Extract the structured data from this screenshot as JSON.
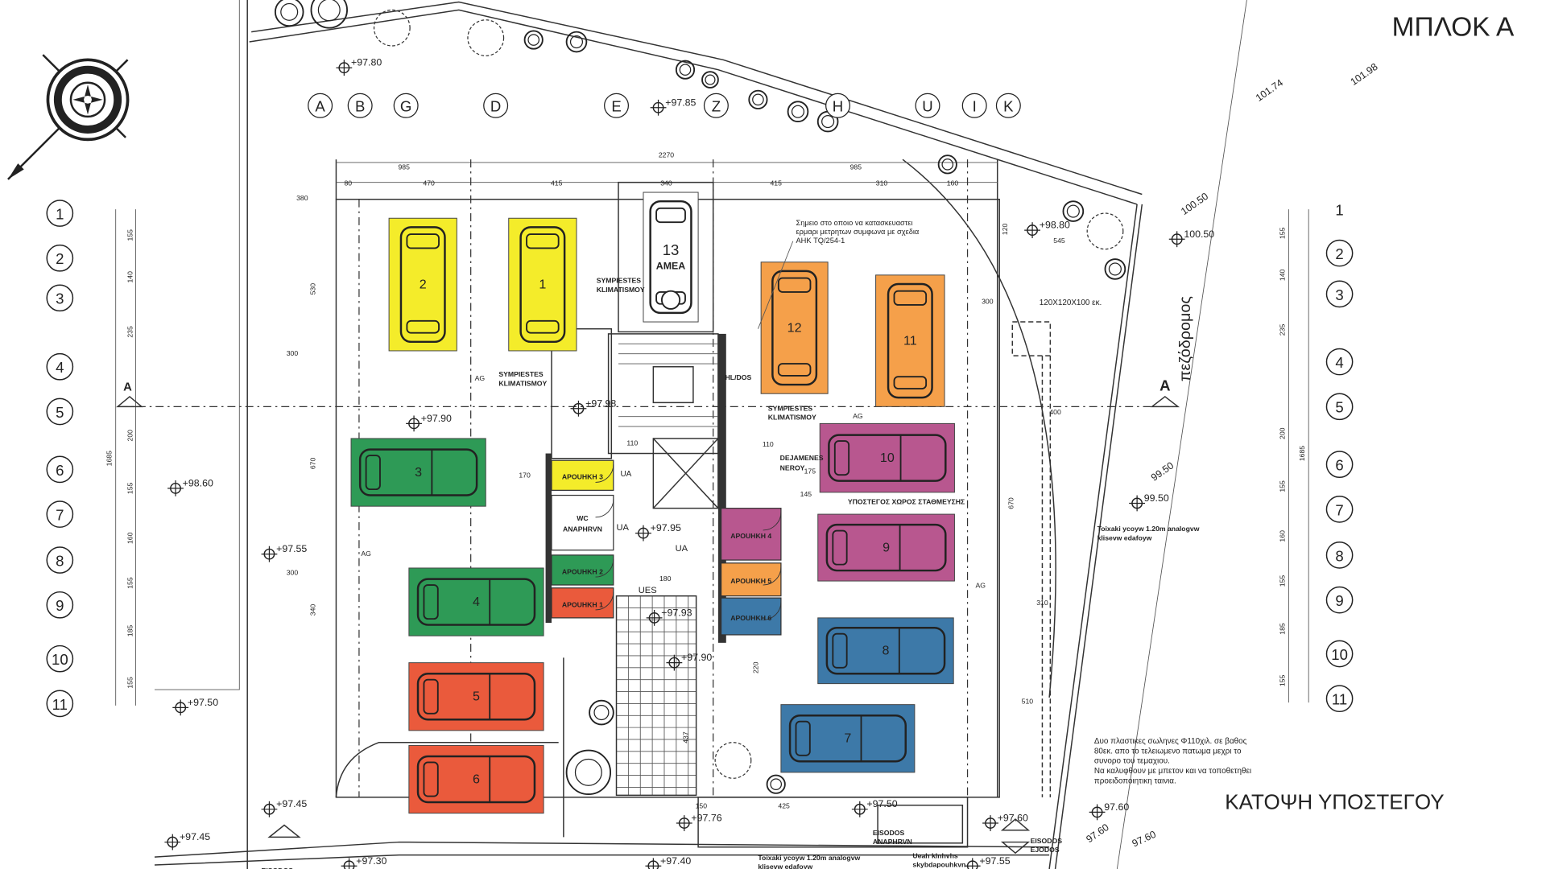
{
  "title": "ΜΠΛΟΚ Α",
  "plan_title": "ΚΑΤΟΨΗ ΥΠΟΣΤΕΓΟΥ",
  "colors": {
    "yellow": "#f4ec2a",
    "orange": "#f5a04a",
    "green": "#2e9a56",
    "magenta": "#b8578f",
    "red": "#ea5a3c",
    "blue": "#3d79a8",
    "white": "#ffffff"
  },
  "column_axes": [
    "A",
    "B",
    "G",
    "D",
    "E",
    "Z",
    "H",
    "U",
    "I",
    "K"
  ],
  "row_axes_left": [
    "1",
    "2",
    "3",
    "4",
    "5",
    "6",
    "7",
    "8",
    "9",
    "10",
    "11"
  ],
  "row_axes_right": [
    "1",
    "2",
    "3",
    "4",
    "5",
    "6",
    "7",
    "8",
    "9",
    "10",
    "11"
  ],
  "row_dims": [
    "155",
    "140",
    "235",
    "200",
    "155",
    "160",
    "155",
    "185",
    "155"
  ],
  "row_dims_total": "1685",
  "top_dims": {
    "total": "2270",
    "half_left": "985",
    "half_right": "985",
    "segments": [
      "80",
      "470",
      "415",
      "340",
      "415",
      "310",
      "160"
    ]
  },
  "parking_spaces": [
    {
      "number": "1",
      "color": "yellow"
    },
    {
      "number": "2",
      "color": "yellow"
    },
    {
      "number": "3",
      "color": "green"
    },
    {
      "number": "4",
      "color": "green"
    },
    {
      "number": "5",
      "color": "red"
    },
    {
      "number": "6",
      "color": "red"
    },
    {
      "number": "7",
      "color": "blue"
    },
    {
      "number": "8",
      "color": "blue"
    },
    {
      "number": "9",
      "color": "magenta"
    },
    {
      "number": "10",
      "color": "magenta"
    },
    {
      "number": "11",
      "color": "orange"
    },
    {
      "number": "12",
      "color": "orange"
    },
    {
      "number": "13",
      "color": "white",
      "sub": "ΑΜΕΑ"
    }
  ],
  "storage_rooms": [
    {
      "label": "ΑΡΟUΗΚΗ 3",
      "color": "yellow"
    },
    {
      "label": "WC",
      "sub": "ΑΝΑΡΗRVΝ",
      "color": "white"
    },
    {
      "label": "ΑΡΟUΗΚΗ 2",
      "color": "green"
    },
    {
      "label": "ΑΡΟUΗΚΗ 1",
      "color": "red"
    },
    {
      "label": "ΑΡΟUΗΚΗ 4",
      "color": "magenta"
    },
    {
      "label": "ΑΡΟUΗΚΗ 5",
      "color": "orange"
    },
    {
      "label": "ΑΡΟUΗΚΗ 6",
      "color": "blue"
    }
  ],
  "labels": {
    "ac1": [
      "SYMPIESTES",
      "KLIMATISMOY"
    ],
    "ac2": [
      "SYMPIESTES",
      "KLIMATISMOY"
    ],
    "ac3": [
      "SYMPIESTES",
      "KLIMATISMOY"
    ],
    "tanks": [
      "DEJAMENES",
      "NEROY"
    ],
    "parking_area": "ΥΠΟΣΤΕΓΟΣ ΧΩΡΟΣ ΣΤΑΘΜΕΥΣΗΣ",
    "hl_dos": "HL/DOS",
    "meter_note": [
      "Σημειο στο οποιο να κατασκευαστει",
      "ερμαρι μετρητων συμφωνα με σχεδια",
      "ΑΗΚ TQ/254-1"
    ],
    "pit": "120X120X100 εκ.",
    "street": "πεζόδρομος",
    "section_a": "A",
    "wall_note_right": [
      "Toixaki ycoyw 1.20m analogvw",
      "klisevw edafoyw"
    ],
    "wall_note_bottom": [
      "Toixaki ycoyw 1.20m analogvw",
      "klisevw edafoyw"
    ],
    "pipes_note": [
      "Δυο πλαστικες σωληνες Φ110χιλ. σε βαθος",
      "80εκ. απο το τελειωμενο πατωμα μεχρι το",
      "συνορο του τεμαχιου.",
      "Να καλυφθουν με μπετον και να τοποθετηθει",
      "προειδοποιητικη ταινια."
    ],
    "entrance_disabled": [
      "EISODOS",
      "ANAPHRVN"
    ],
    "entrance_exit": [
      "EISODOS",
      "EJODOS"
    ],
    "entrance_left": "EISODOS",
    "ramp_note": [
      "Ueah klnhvhs",
      "skybdapouhkvn"
    ],
    "ues": "UES",
    "ua": "UA",
    "ag": "AG"
  },
  "levels": [
    "+97.80",
    "+97.85",
    "+97.90",
    "+98.60",
    "+97.55",
    "+97.50",
    "+97.45",
    "+97.45",
    "+97.30",
    "+97.40",
    "+97.76",
    "+97.50",
    "+97.60",
    "+97.55",
    "+97.95",
    "+97.98",
    "+97.93",
    "+97.90",
    "+98.80",
    "100.50",
    "100.50",
    "99.50",
    "99.50",
    "97.60",
    "97.60",
    "101.74",
    "101.98",
    "97.60"
  ],
  "misc_dims": [
    "380",
    "300",
    "300",
    "530",
    "670",
    "340",
    "170",
    "110",
    "145",
    "175",
    "110",
    "180",
    "425",
    "150",
    "510",
    "545",
    "310",
    "300",
    "400",
    "670",
    "437",
    "220",
    "120"
  ]
}
